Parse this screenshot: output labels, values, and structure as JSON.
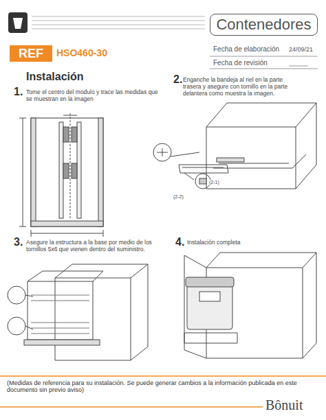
{
  "diagram": {
    "nodes": [
      {
        "text": [
          "Contenedores"
        ]
      },
      {
        "text": [
          "REF"
        ]
      }
    ],
    "labels": [
      "HSO460-30",
      "Fecha de elaboración",
      "24/09/21",
      "Fecha de revisión",
      "Instalación",
      "1.",
      "Tome el centro del modulo y trace las medidas que se muestran en la imagen",
      "2.",
      "Enganche la bandeja al riel en la parte trasera y asegure con tornillo en la parte delantera como muestra la imagen.",
      "(2-1)",
      "(2-2)",
      "3.",
      "Asegure la estructura a la base por medio de los tornillos 5x6 que vienen dentro del suministro.",
      "4.",
      "Instalación completa",
      "(Medidas de referencia para su instalación. Se puede generar cambios a la información publicada en este documento sin previo aviso)",
      "Bônuit"
    ]
  }
}
